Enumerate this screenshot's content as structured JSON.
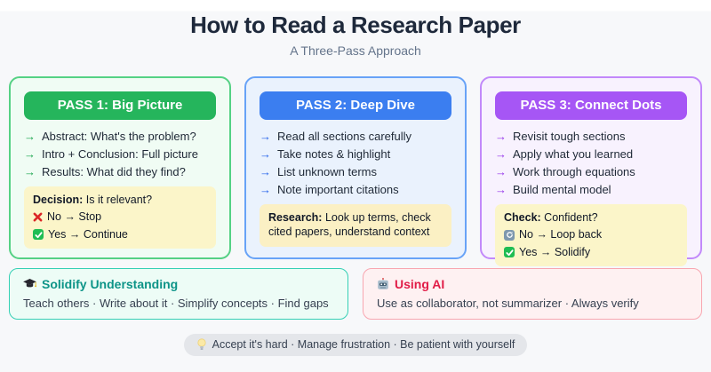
{
  "page": {
    "colors": {
      "background": "#f7f8fa"
    }
  },
  "header": {
    "title": "How to Read a Research Paper",
    "subtitle": "A Three-Pass Approach"
  },
  "icons": {
    "arrow": "→"
  },
  "passes": [
    {
      "title": "PASS 1: Big Picture",
      "colors": {
        "header": "#25b55c",
        "border": "#55d184",
        "background": "#f0fcf4",
        "arrow": "#16a34a",
        "note": "#fbf5c9"
      },
      "items": [
        "Abstract: What's the problem?",
        "Intro + Conclusion: Full picture",
        "Results: What did they find?"
      ],
      "note": {
        "label": "Decision:",
        "text": "Is it relevant?",
        "lines": [
          {
            "icon": "cross-icon",
            "text": "No → Stop"
          },
          {
            "icon": "check-icon",
            "text": "Yes → Continue"
          }
        ]
      }
    },
    {
      "title": "PASS 2: Deep Dive",
      "colors": {
        "header": "#3b7ef0",
        "border": "#68a3f7",
        "background": "#eaf2fd",
        "arrow": "#2563eb",
        "note": "#fbf0c4"
      },
      "items": [
        "Read all sections carefully",
        "Take notes & highlight",
        "List unknown terms",
        "Note important citations"
      ],
      "note": {
        "label": "Research:",
        "text": "Look up terms, check cited papers, understand context",
        "lines": []
      }
    },
    {
      "title": "PASS 3: Connect Dots",
      "colors": {
        "header": "#a656f5",
        "border": "#c289fa",
        "background": "#f8f2fe",
        "arrow": "#9333ea",
        "note": "#fbf5c9"
      },
      "items": [
        "Revisit tough sections",
        "Apply what you learned",
        "Work through equations",
        "Build mental model"
      ],
      "note": {
        "label": "Check:",
        "text": "Confident?",
        "lines": [
          {
            "icon": "refresh-icon",
            "text": "No → Loop back"
          },
          {
            "icon": "check-icon",
            "text": "Yes → Solidify"
          }
        ]
      }
    }
  ],
  "bottom_cards": [
    {
      "icon": "graduation-cap-icon",
      "title": "Solidify Understanding",
      "text": "Teach others · Write about it · Simplify concepts · Find gaps",
      "colors": {
        "border": "#35d0b4",
        "background": "#edfcf6",
        "title": "#0d9488"
      }
    },
    {
      "icon": "robot-icon",
      "title": "Using AI",
      "text": "Use as collaborator, not summarizer · Always verify",
      "colors": {
        "border": "#f8a6b0",
        "background": "#fef1f2",
        "title": "#e11d48"
      }
    }
  ],
  "footer_pill": {
    "icon": "light-bulb-icon",
    "text": "Accept it's hard · Manage frustration · Be patient with yourself",
    "colors": {
      "background": "#e4e6ea"
    }
  }
}
